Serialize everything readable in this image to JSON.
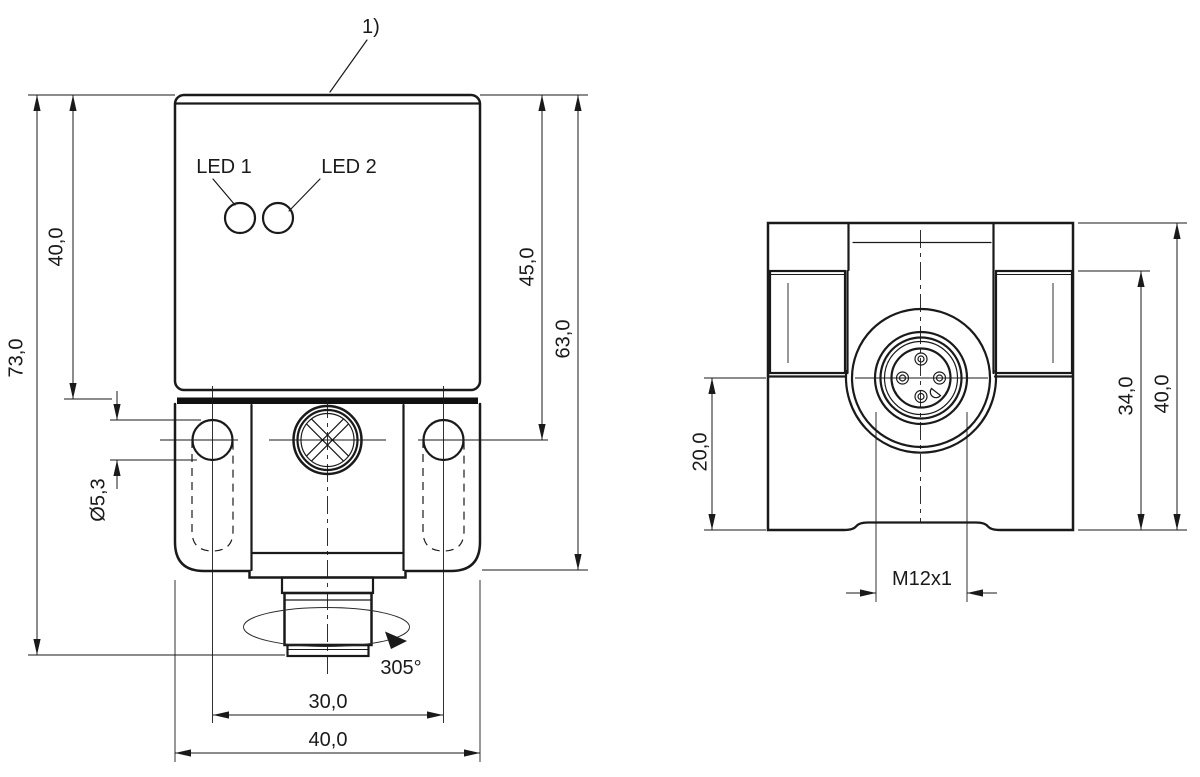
{
  "annotations": {
    "footnote": "1)"
  },
  "front": {
    "led1": "LED 1",
    "led2": "LED 2",
    "angle": "305°",
    "dim_total_height": "73,0",
    "dim_body_height": "40,0",
    "dim_hole_dia": "Ø5,3",
    "dim_center_height": "45,0",
    "dim_bracket_height": "63,0",
    "dim_hole_spacing": "30,0",
    "dim_width": "40,0"
  },
  "side": {
    "thread": "M12x1",
    "dim_lower": "20,0",
    "dim_upper": "34,0",
    "dim_total": "40,0"
  },
  "colors": {
    "line": "#1a1a1a",
    "background": "#ffffff"
  }
}
